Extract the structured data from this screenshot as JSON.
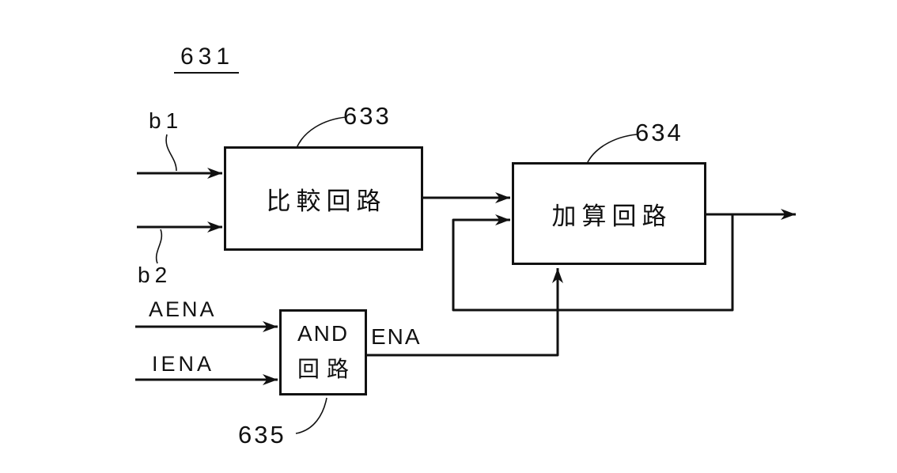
{
  "diagram": {
    "figure_ref": "631",
    "blocks": {
      "comparison": {
        "label": "比較回路",
        "ref": "633"
      },
      "adder": {
        "label": "加算回路",
        "ref": "634"
      },
      "and_gate": {
        "line1": "AND",
        "line2": "回路",
        "ref": "635"
      }
    },
    "signals": {
      "b1": "b1",
      "b2": "b2",
      "aena": "AENA",
      "iena": "IENA",
      "ena": "ENA"
    },
    "colors": {
      "ink": "#111111",
      "background": "#ffffff"
    }
  }
}
